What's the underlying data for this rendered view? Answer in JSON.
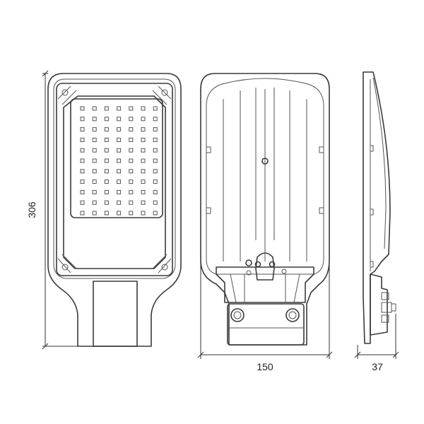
{
  "dimensions": {
    "height": "306",
    "width": "150",
    "depth": "37"
  },
  "led_array": {
    "rows": 11,
    "cols": 7
  }
}
